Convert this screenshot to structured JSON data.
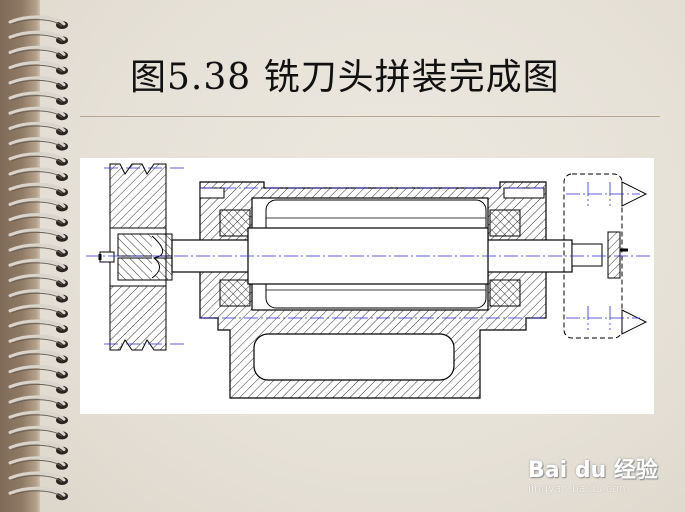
{
  "slide": {
    "title": "图5.38 铣刀头拼装完成图"
  },
  "figure": {
    "subject": "milling-cutter-head-assembly-drawing",
    "colors": {
      "outline": "#000000",
      "centerline": "#2b2bd6",
      "hatch": "#000000",
      "background": "#ffffff"
    }
  },
  "watermark": {
    "logo_text": "Bai du 经验",
    "url_text": "jingyan.baidu.com"
  },
  "theme": {
    "paper": "#e9e4da",
    "binding": "#8f7a65",
    "rule": "#b8a88f"
  }
}
